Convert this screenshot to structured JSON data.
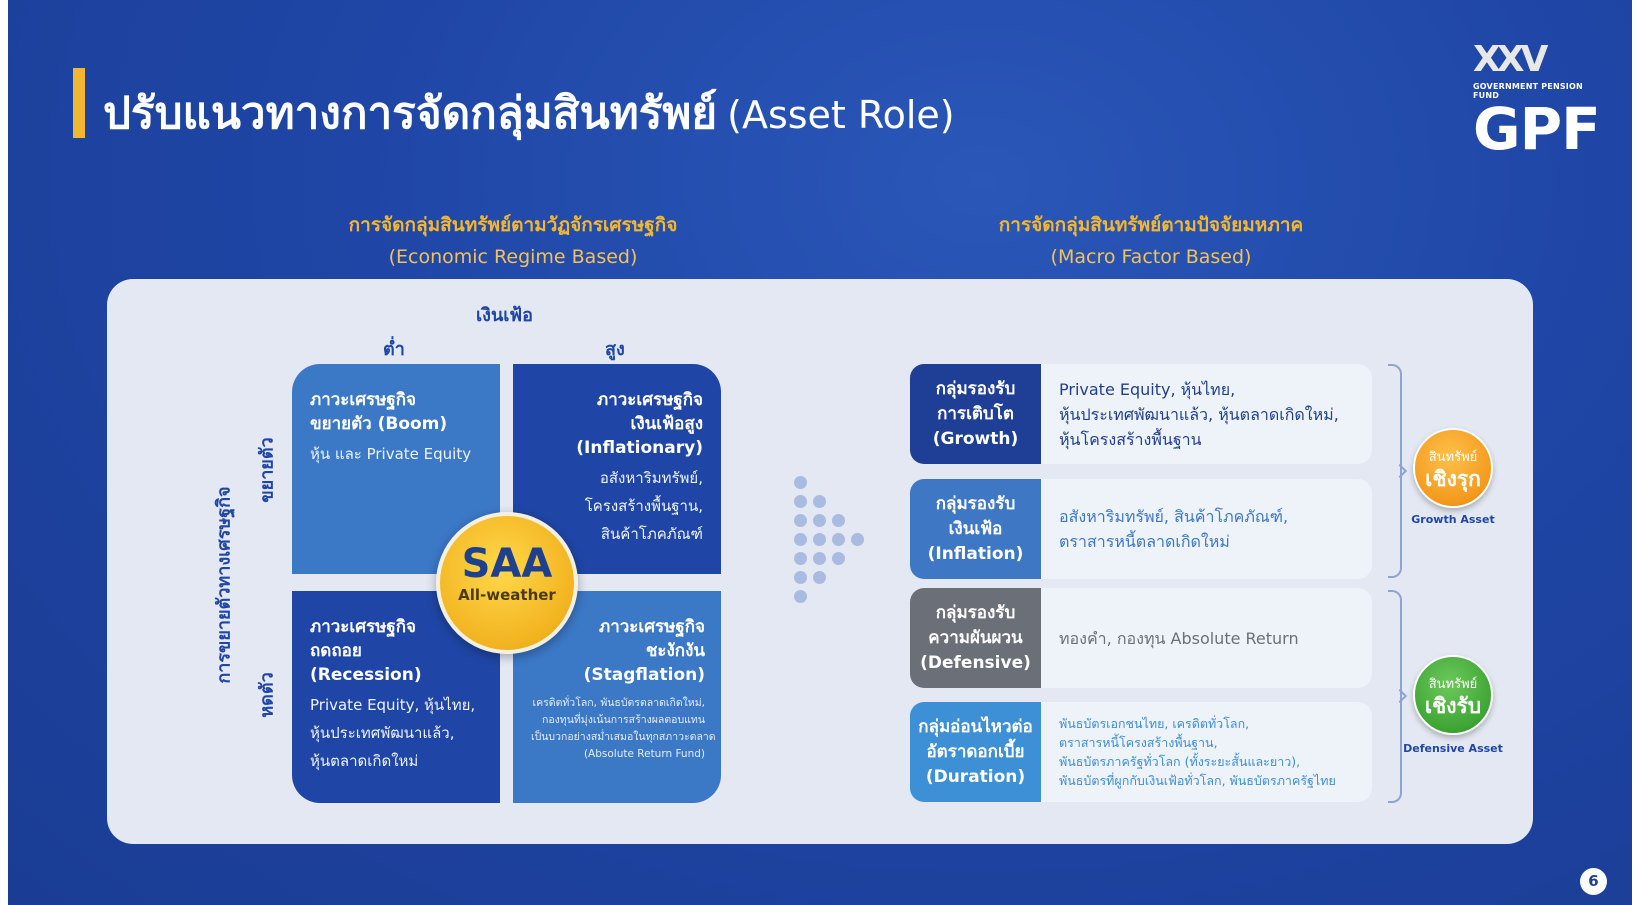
{
  "title": {
    "th": "ปรับแนวทางการจัดกลุ่มสินทรัพย์",
    "en": "(Asset Role)"
  },
  "logo": {
    "mark": "XXV",
    "subtitle": "GOVERNMENT PENSION FUND",
    "name": "GPF"
  },
  "left_section": {
    "heading_th": "การจัดกลุ่มสินทรัพย์ตามวัฏจักรเศรษฐกิจ",
    "heading_en": "(Economic Regime Based)",
    "axis_inflation": "เงินเฟ้อ",
    "low": "ต่ำ",
    "high": "สูง",
    "axis_growth": "การขยายตัวทางเศรษฐกิจ",
    "expand": "ขยายตัว",
    "contract": "หดตัว",
    "quadrants": [
      {
        "h1": "ภาวะเศรษฐกิจ",
        "h2": "ขยายตัว (Boom)",
        "body": "หุ้น และ Private Equity"
      },
      {
        "h1": "ภาวะเศรษฐกิจ",
        "h2": "เงินเฟ้อสูง",
        "h3": "(Inflationary)",
        "l1": "อสังหาริมทรัพย์,",
        "l2": "โครงสร้างพื้นฐาน,",
        "l3": "สินค้าโภคภัณฑ์"
      },
      {
        "h1": "ภาวะเศรษฐกิจ",
        "h2": "ถดถอย",
        "h3": "(Recession)",
        "l1": "Private Equity, หุ้นไทย,",
        "l2": "หุ้นประเทศพัฒนาแล้ว,",
        "l3": "หุ้นตลาดเกิดใหม่"
      },
      {
        "h1": "ภาวะเศรษฐกิจ",
        "h2": "ชะงักงัน",
        "h3": "(Stagflation)",
        "l1": "เครดิตทั่วโลก, พันธบัตรตลาดเกิดใหม่,",
        "l2": "กองทุนที่มุ่งเน้นการสร้างผลตอบแทน",
        "l3": "เป็นบวกอย่างสม่ำเสมอในทุกสภาวะตลาด",
        "l4": "(Absolute Return Fund)"
      }
    ],
    "center": {
      "big": "SAA",
      "small": "All-weather"
    }
  },
  "right_section": {
    "heading_th": "การจัดกลุ่มสินทรัพย์ตามปัจจัยมหภาค",
    "heading_en": "(Macro Factor Based)",
    "rows": [
      {
        "l1": "กลุ่มรองรับ",
        "l2": "การเติบโต",
        "l3": "(Growth)",
        "v1": "Private Equity, หุ้นไทย,",
        "v2": "หุ้นประเทศพัฒนาแล้ว, หุ้นตลาดเกิดใหม่,",
        "v3": "หุ้นโครงสร้างพื้นฐาน",
        "color": "#1f3f96"
      },
      {
        "l1": "กลุ่มรองรับ",
        "l2": "เงินเฟ้อ",
        "l3": "(Inflation)",
        "v1": "อสังหาริมทรัพย์, สินค้าโภคภัณฑ์,",
        "v2": "ตราสารหนี้ตลาดเกิดใหม่",
        "color": "#3e78c4"
      },
      {
        "l1": "กลุ่มรองรับ",
        "l2": "ความผันผวน",
        "l3": "(Defensive)",
        "v1": "ทองคำ, กองทุน Absolute Return",
        "color": "#6b6f78"
      },
      {
        "l1": "กลุ่มอ่อนไหวต่อ",
        "l2": "อัตราดอกเบี้ย",
        "l3": "(Duration)",
        "v1": "พันธบัตรเอกชนไทย, เครดิตทั่วโลก,",
        "v2": "ตราสารหนี้โครงสร้างพื้นฐาน,",
        "v3": "พันธบัตรภาครัฐทั่วโลก (ทั้งระยะสั้นและยาว),",
        "v4": "พันธบัตรที่ผูกกับเงินเฟ้อทั่วโลก, พันธบัตรภาครัฐไทย",
        "color": "#3d8fd6"
      }
    ],
    "growth_badge": {
      "t1": "สินทรัพย์",
      "t2": "เชิงรุก",
      "caption": "Growth Asset",
      "color": "#f39a1e"
    },
    "defensive_badge": {
      "t1": "สินทรัพย์",
      "t2": "เชิงรับ",
      "caption": "Defensive Asset",
      "color": "#3fa535"
    }
  },
  "page_number": "6"
}
